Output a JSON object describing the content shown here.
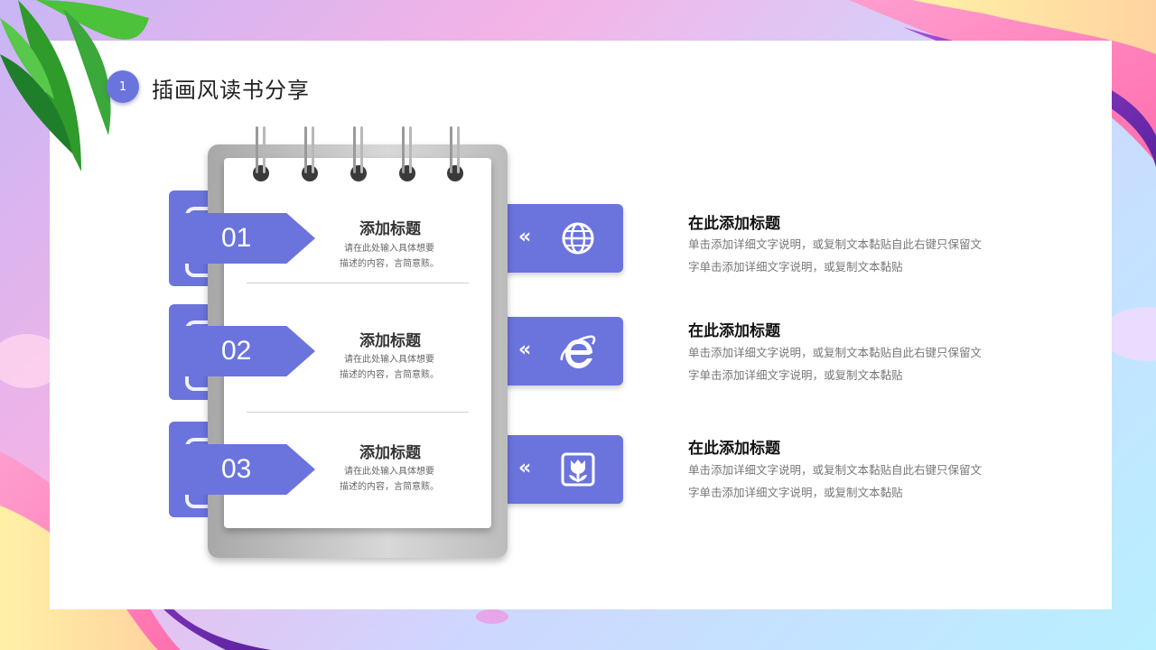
{
  "header": {
    "section_number": "1",
    "title": "插画风读书分享"
  },
  "notebook": {
    "items": [
      {
        "number": "01",
        "title": "添加标题",
        "desc_line1": "请在此处输入具体想要",
        "desc_line2": "描述的内容，言简意赅。"
      },
      {
        "number": "02",
        "title": "添加标题",
        "desc_line1": "请在此处输入具体想要",
        "desc_line2": "描述的内容，言简意赅。"
      },
      {
        "number": "03",
        "title": "添加标题",
        "desc_line1": "请在此处输入具体想要",
        "desc_line2": "描述的内容，言简意赅。"
      }
    ],
    "chevron": "«"
  },
  "tabs": [
    {
      "icon": "globe-icon"
    },
    {
      "icon": "internet-explorer-icon"
    },
    {
      "icon": "tulip-icon"
    }
  ],
  "details": [
    {
      "title": "在此添加标题",
      "line1": "单击添加详细文字说明，或复制文本黏贴自此右键只保留文",
      "line2": "字单击添加详细文字说明，或复制文本黏贴"
    },
    {
      "title": "在此添加标题",
      "line1": "单击添加详细文字说明，或复制文本黏贴自此右键只保留文",
      "line2": "字单击添加详细文字说明，或复制文本黏贴"
    },
    {
      "title": "在此添加标题",
      "line1": "单击添加详细文字说明，或复制文本黏贴自此右键只保留文",
      "line2": "字单击添加详细文字说明，或复制文本黏贴"
    }
  ],
  "colors": {
    "accent": "#6b74dc",
    "background_pink": "#f4b3e6",
    "background_purple": "#7a2fb0"
  }
}
